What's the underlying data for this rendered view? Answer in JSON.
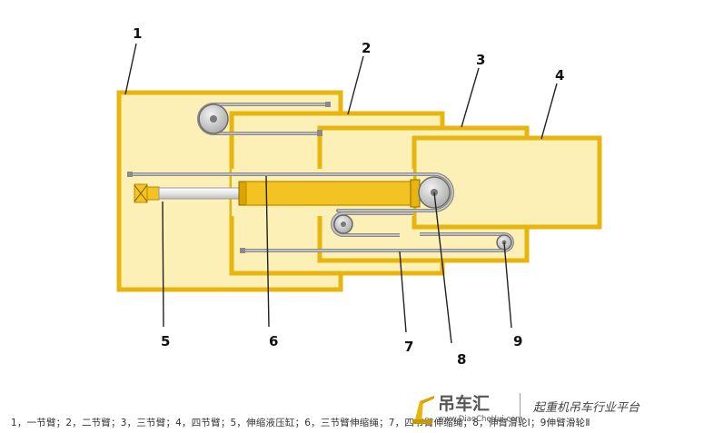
{
  "labels": {
    "l1": "1",
    "l2": "2",
    "l3": "3",
    "l4": "4",
    "l5": "5",
    "l6": "6",
    "l7": "7",
    "l8": "8",
    "l9": "9"
  },
  "caption": "1，一节臂；2，二节臂；3，三节臂；4，四节臂；5，伸缩液压缸；6，三节臂伸缩绳；7，四节臂伸缩绳；8，伸臂滑轮Ⅰ；9伸臂滑轮Ⅱ",
  "watermark": {
    "brand": "吊车汇",
    "url": "www.DiaoCheHui.com",
    "slogan": "起重机吊车行业平台",
    "icon": "crane-logo-icon"
  },
  "colors": {
    "boom_fill": "#fdf0b7",
    "boom_stroke": "#e8b40e",
    "cylinder": "#f2c322",
    "rope": "#8a8a8a",
    "sheave": "#c9c9c9"
  }
}
